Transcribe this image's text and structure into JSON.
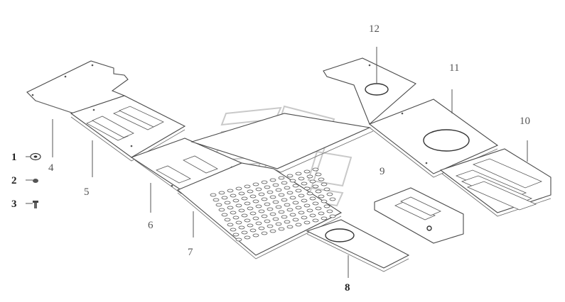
{
  "diagram": {
    "callouts": [
      {
        "id": "1",
        "label": "1"
      },
      {
        "id": "2",
        "label": "2"
      },
      {
        "id": "3",
        "label": "3"
      },
      {
        "id": "4",
        "label": "4"
      },
      {
        "id": "5",
        "label": "5"
      },
      {
        "id": "6",
        "label": "6"
      },
      {
        "id": "7",
        "label": "7"
      },
      {
        "id": "8",
        "label": "8"
      },
      {
        "id": "9",
        "label": "9"
      },
      {
        "id": "10",
        "label": "10"
      },
      {
        "id": "11",
        "label": "11"
      },
      {
        "id": "12",
        "label": "12"
      }
    ],
    "watermark_icon": "logo-watermark-icon"
  }
}
